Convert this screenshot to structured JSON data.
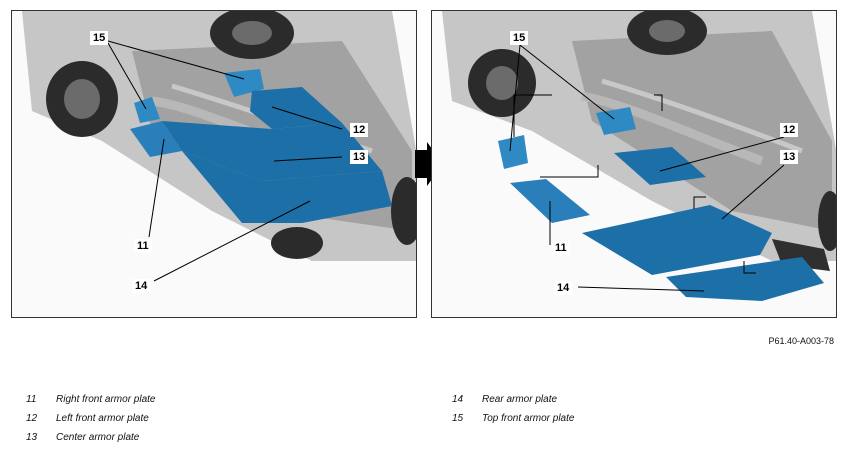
{
  "callouts": {
    "left": {
      "c15": "15",
      "c12": "12",
      "c13": "13",
      "c11": "11",
      "c14": "14"
    },
    "right": {
      "c15": "15",
      "c12": "12",
      "c13": "13",
      "c11": "11",
      "c14": "14"
    }
  },
  "figure_id": "P61.40-A003-78",
  "legend": {
    "left": [
      {
        "num": "11",
        "label": "Right front armor plate"
      },
      {
        "num": "12",
        "label": "Left front armor plate"
      },
      {
        "num": "13",
        "label": "Center armor plate"
      }
    ],
    "right": [
      {
        "num": "14",
        "label": "Rear armor plate"
      },
      {
        "num": "15",
        "label": "Top front armor plate"
      }
    ]
  },
  "colors": {
    "plate": "#1d6fa8",
    "plate_light": "#2f8ac4",
    "chassis": "#8a8a8a",
    "chassis_dark": "#3a3a3a",
    "tire": "#2b2b2b",
    "arrow": "#000000"
  }
}
